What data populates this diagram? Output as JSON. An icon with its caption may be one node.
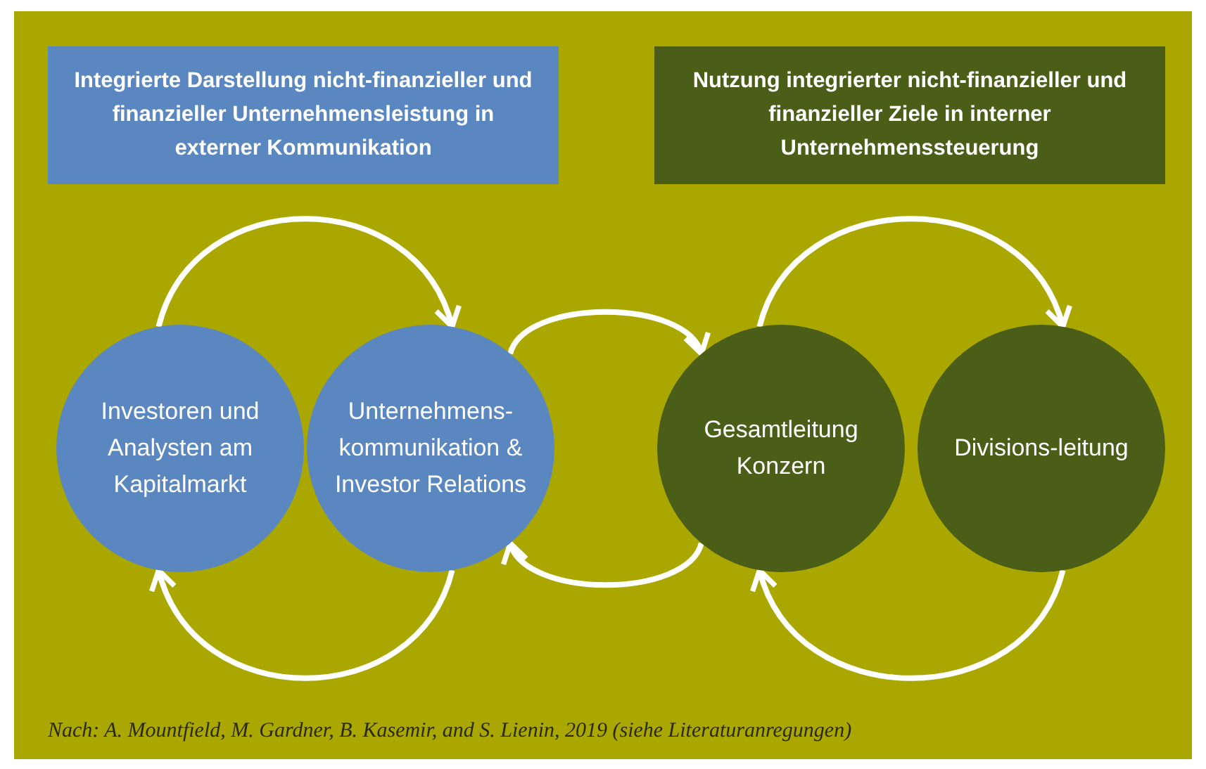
{
  "diagram": {
    "caption": "Nach: A. Mountfield, M. Gardner, B. Kasemir, and S. Lienin, 2019 (siehe Literaturanregungen)",
    "nodes": [
      {
        "text": [
          "Integrierte Darstellung nicht-finanzieller und finanzieller Unternehmensleistung in externer Kommunikation"
        ]
      },
      {
        "text": [
          "Nutzung integrierter nicht-finanzieller und finanzieller Ziele in interner Unternehmenssteuerung"
        ]
      },
      {
        "text": [
          "Investoren und Analysten am Kapitalmarkt"
        ]
      },
      {
        "text": [
          "Unternehmens-kommunikation & Investor Relations"
        ]
      },
      {
        "text": [
          "Gesamtleitung Konzern"
        ]
      },
      {
        "text": [
          "Divisions-leitung"
        ]
      }
    ],
    "edges": [
      {
        "from": 2,
        "to": 3,
        "arrow": "to"
      },
      {
        "from": 3,
        "to": 2,
        "arrow": "to"
      },
      {
        "from": 4,
        "to": 5,
        "arrow": "to"
      },
      {
        "from": 5,
        "to": 4,
        "arrow": "to"
      },
      {
        "from": 3,
        "to": 4,
        "arrow": "to"
      },
      {
        "from": 4,
        "to": 3,
        "arrow": "to"
      }
    ]
  }
}
